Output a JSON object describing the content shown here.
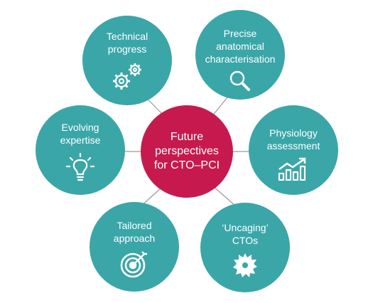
{
  "center": {
    "label": "Future\nperspectives\nfor CTO–PCI"
  },
  "nodes": {
    "technical": {
      "label": "Technical\nprogress",
      "icon": "gears-icon"
    },
    "anatomical": {
      "label": "Precise\nanatomical\ncharacterisation",
      "icon": "magnifying-glass-icon"
    },
    "physiology": {
      "label": "Physiology\nassessment",
      "icon": "rising-bar-chart-icon"
    },
    "uncaging": {
      "label": "‘Uncaging’\nCTOs",
      "icon": "saw-blade-icon"
    },
    "tailored": {
      "label": "Tailored\napproach",
      "icon": "target-icon"
    },
    "expertise": {
      "label": "Evolving\nexpertise",
      "icon": "lightbulb-icon"
    }
  },
  "colors": {
    "teal": "#3aa6a8",
    "crimson": "#c61a4f",
    "connector": "#9a9a9a"
  }
}
